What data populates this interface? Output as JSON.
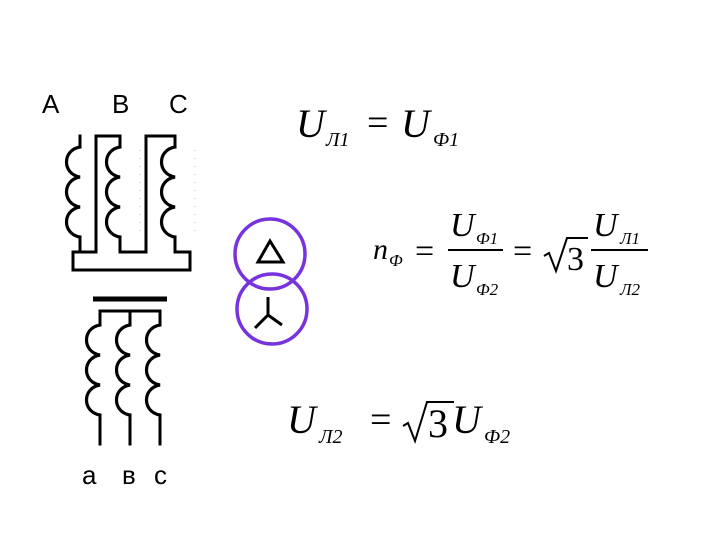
{
  "primary_terminals": [
    "А",
    "В",
    "С"
  ],
  "secondary_terminals": [
    "а",
    "в",
    "с"
  ],
  "colors": {
    "ring": "#7733dd",
    "ink": "#000000"
  },
  "icons": {
    "delta": "delta-symbol-icon",
    "star": "star-symbol-icon"
  },
  "eq1": {
    "lhs": "U",
    "lhs_sub": "Л1",
    "eq": "=",
    "rhs": "U",
    "rhs_sub": "Ф1"
  },
  "eq2": {
    "n": "n",
    "n_sub": "Ф",
    "eq": "=",
    "frac1": {
      "num": "U",
      "num_sub": "Ф1",
      "den": "U",
      "den_sub": "Ф2"
    },
    "eq_b": "=",
    "sqrt_arg": "3",
    "frac2": {
      "num": "U",
      "num_sub": "Л1",
      "den": "U",
      "den_sub": "Л2"
    }
  },
  "eq3": {
    "lhs": "U",
    "lhs_sub": "Л2",
    "eq": "=",
    "sqrt_arg": "3",
    "rhs": "U",
    "rhs_sub": "Ф2"
  }
}
